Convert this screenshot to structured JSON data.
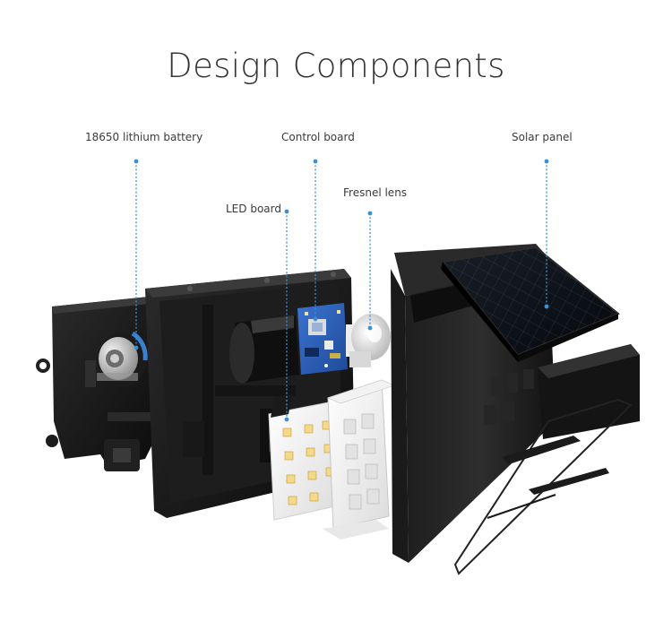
{
  "title": "Design Components",
  "callouts": [
    {
      "label": "18650 lithium battery"
    },
    {
      "label": "Control board"
    },
    {
      "label": "Solar panel"
    },
    {
      "label": "Fresnel lens"
    },
    {
      "label": "LED board"
    }
  ],
  "colors": {
    "leader_line": "#3b8fd4",
    "body_black": "#141414",
    "pcb_blue": "#2a5fb8"
  }
}
